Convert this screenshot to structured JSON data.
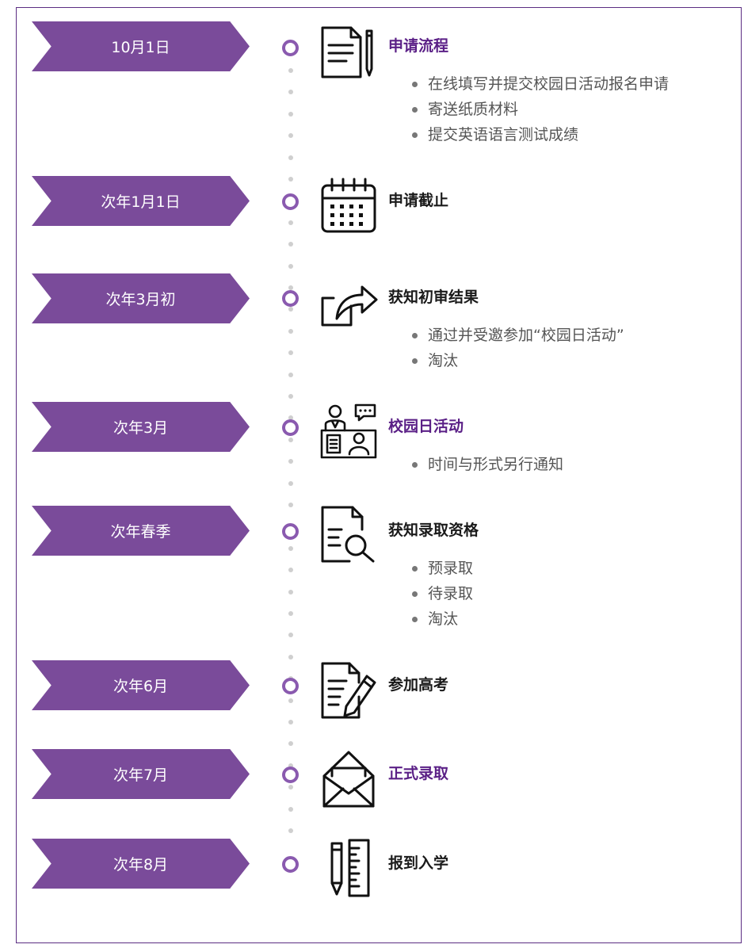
{
  "timeline": [
    {
      "date": "10月1日",
      "title": "申请流程",
      "accent": true,
      "icon": "document-pen-icon",
      "items": [
        "在线填写并提交校园日活动报名申请",
        "寄送纸质材料",
        "提交英语语言测试成绩"
      ]
    },
    {
      "date": "次年1月1日",
      "title": "申请截止",
      "accent": false,
      "icon": "calendar-icon",
      "items": []
    },
    {
      "date": "次年3月初",
      "title": "获知初审结果",
      "accent": false,
      "icon": "share-arrow-icon",
      "items": [
        "通过并受邀参加“校园日活动”",
        "淘汰"
      ]
    },
    {
      "date": "次年3月",
      "title": "校园日活动",
      "accent": true,
      "icon": "interview-icon",
      "items": [
        "时间与形式另行通知"
      ]
    },
    {
      "date": "次年春季",
      "title": "获知录取资格",
      "accent": false,
      "icon": "document-search-icon",
      "items": [
        "预录取",
        "待录取",
        "淘汰"
      ]
    },
    {
      "date": "次年6月",
      "title": "参加高考",
      "accent": false,
      "icon": "exam-pen-icon",
      "items": []
    },
    {
      "date": "次年7月",
      "title": "正式录取",
      "accent": true,
      "icon": "envelope-icon",
      "items": []
    },
    {
      "date": "次年8月",
      "title": "报到入学",
      "accent": false,
      "icon": "pencil-ruler-icon",
      "items": []
    }
  ],
  "colors": {
    "chevron": "#7a4b9a",
    "title_accent": "#5a1f86",
    "ring": "#8a5aaf",
    "frame": "#5b2d82"
  }
}
